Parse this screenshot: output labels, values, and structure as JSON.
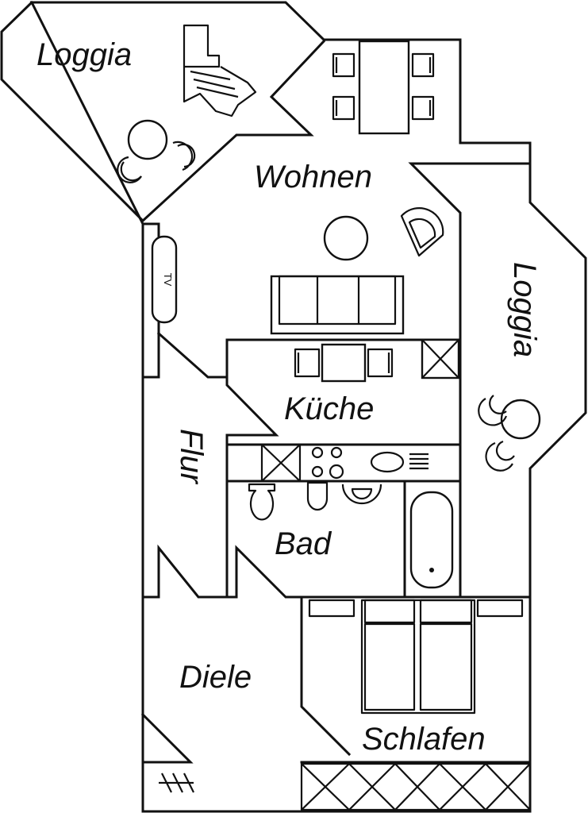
{
  "rooms": {
    "loggia_top": "Loggia",
    "wohnen": "Wohnen",
    "loggia_right": "Loggia",
    "kueche": "Küche",
    "flur": "Flur",
    "bad": "Bad",
    "diele": "Diele",
    "schlafen": "Schlafen"
  },
  "furniture": {
    "tv_label": "TV"
  }
}
